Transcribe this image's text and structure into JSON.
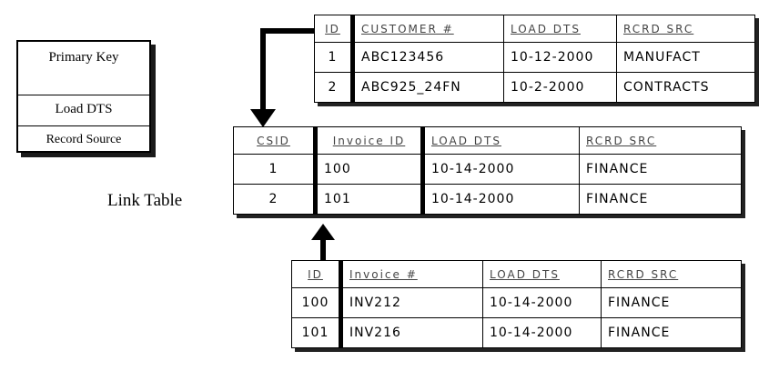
{
  "legend": {
    "primary_key": "Primary Key",
    "load_dts": "Load DTS",
    "record_source": "Record Source"
  },
  "link_table_label": "Link Table",
  "customer_table": {
    "headers": [
      "ID",
      "CUSTOMER #",
      "LOAD DTS",
      "RCRD SRC"
    ],
    "rows": [
      [
        "1",
        "ABC123456",
        "10-12-2000",
        "MANUFACT"
      ],
      [
        "2",
        "ABC925_24FN",
        "10-2-2000",
        "CONTRACTS"
      ]
    ]
  },
  "link_table": {
    "headers": [
      "CSID",
      "Invoice ID",
      "LOAD DTS",
      "RCRD SRC"
    ],
    "rows": [
      [
        "1",
        "100",
        "10-14-2000",
        "FINANCE"
      ],
      [
        "2",
        "101",
        "10-14-2000",
        "FINANCE"
      ]
    ]
  },
  "invoice_table": {
    "headers": [
      "ID",
      "Invoice #",
      "LOAD DTS",
      "RCRD SRC"
    ],
    "rows": [
      [
        "100",
        "INV212",
        "10-14-2000",
        "FINANCE"
      ],
      [
        "101",
        "INV216",
        "10-14-2000",
        "FINANCE"
      ]
    ]
  },
  "colors": {
    "line": "#000000",
    "shadow": "#222222"
  }
}
